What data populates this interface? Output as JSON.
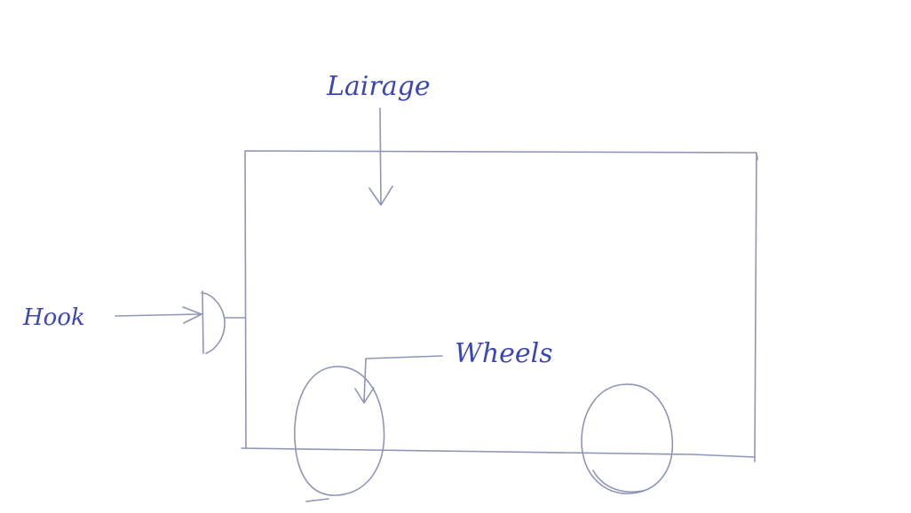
{
  "diagram": {
    "labels": {
      "carriage": "Lairage",
      "hook": "Hook",
      "wheels": "Wheels"
    },
    "colors": {
      "ink": "#3c46b4",
      "pencil": "#8f95b8",
      "paper": "#ffffff"
    }
  }
}
